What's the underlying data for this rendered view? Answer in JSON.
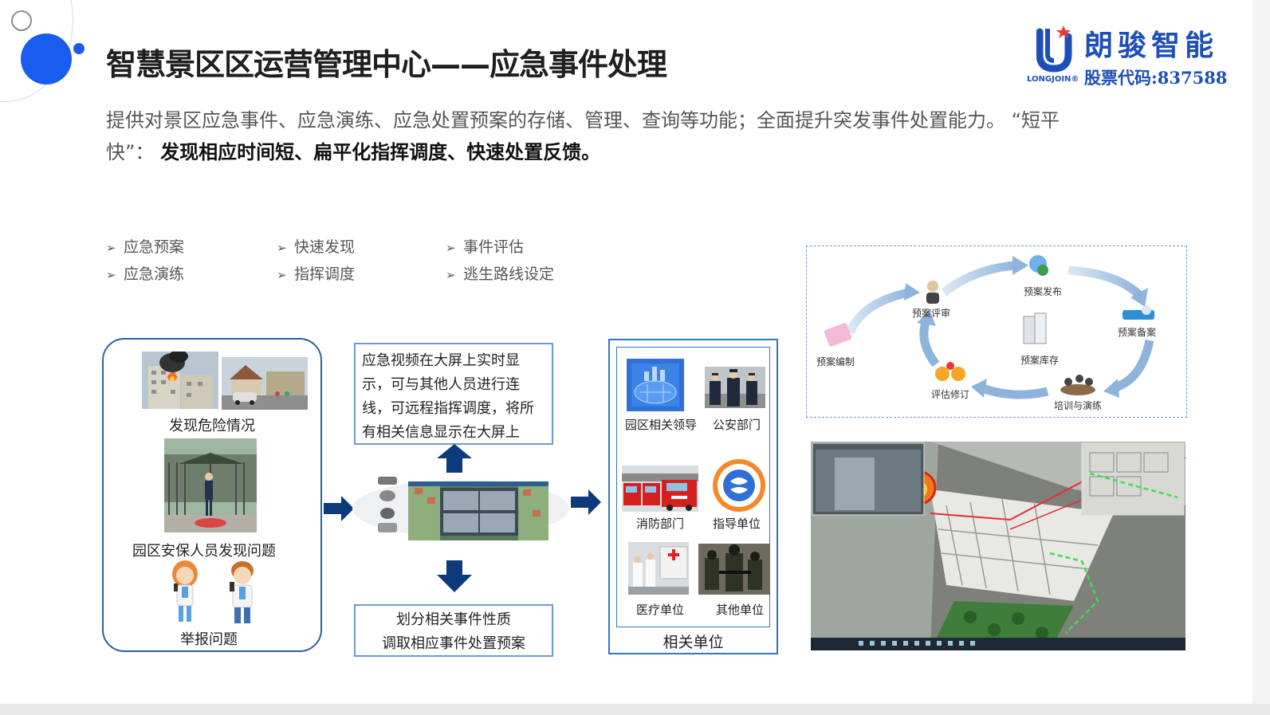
{
  "title": "智慧景区区运营管理中心——应急事件处理",
  "logo": {
    "name": "朗骏智能",
    "en": "LONGJOIN",
    "registered": "®",
    "stock_code": "股票代码:837588",
    "brand_color": "#1d4fb8"
  },
  "intro": {
    "line1": "提供对景区应急事件、应急演练、应急处置预案的存储、管理、查询等功能；全面提升突发事件处置能力。 “短平",
    "line2_prefix": "快”：",
    "line2_emphasis": "发现相应时间短、扁平化指挥调度、快速处置反馈。"
  },
  "bullets": [
    {
      "marker": "➢",
      "text": "应急预案"
    },
    {
      "marker": "➢",
      "text": "快速发现"
    },
    {
      "marker": "➢",
      "text": "事件评估"
    },
    {
      "marker": "➢",
      "text": "应急演练"
    },
    {
      "marker": "➢",
      "text": "指挥调度"
    },
    {
      "marker": "➢",
      "text": "逃生路线设定"
    }
  ],
  "discovery_panel": {
    "items": [
      {
        "label": "发现危险情况"
      },
      {
        "label": "园区安保人员发现问题"
      },
      {
        "label": "举报问题"
      }
    ]
  },
  "center": {
    "top_box": "应急视频在大屏上实时显示，可与其他人员进行连线，可远程指挥调度，将所有相关信息显示在大屏上",
    "bottom_box_line1": "划分相关事件性质",
    "bottom_box_line2": "调取相应事件处置预案"
  },
  "units": {
    "title": "相关单位",
    "items": [
      {
        "label": "园区相关领导"
      },
      {
        "label": "公安部门"
      },
      {
        "label": "消防部门"
      },
      {
        "label": "指导单位"
      },
      {
        "label": "医疗单位"
      },
      {
        "label": "其他单位"
      }
    ]
  },
  "cycle": {
    "nodes": [
      {
        "label": "预案编制"
      },
      {
        "label": "预案评审"
      },
      {
        "label": "预案发布"
      },
      {
        "label": "预案备案"
      },
      {
        "label": "预案库存"
      },
      {
        "label": "评估修订"
      },
      {
        "label": "培训与演练"
      }
    ]
  },
  "colors": {
    "accent": "#1a5bf0",
    "arrow": "#0d3a7a",
    "panel_border": "#2e5f9e",
    "box_border": "#6f9ad6",
    "cycle_arrow": "#8fb4dc"
  }
}
